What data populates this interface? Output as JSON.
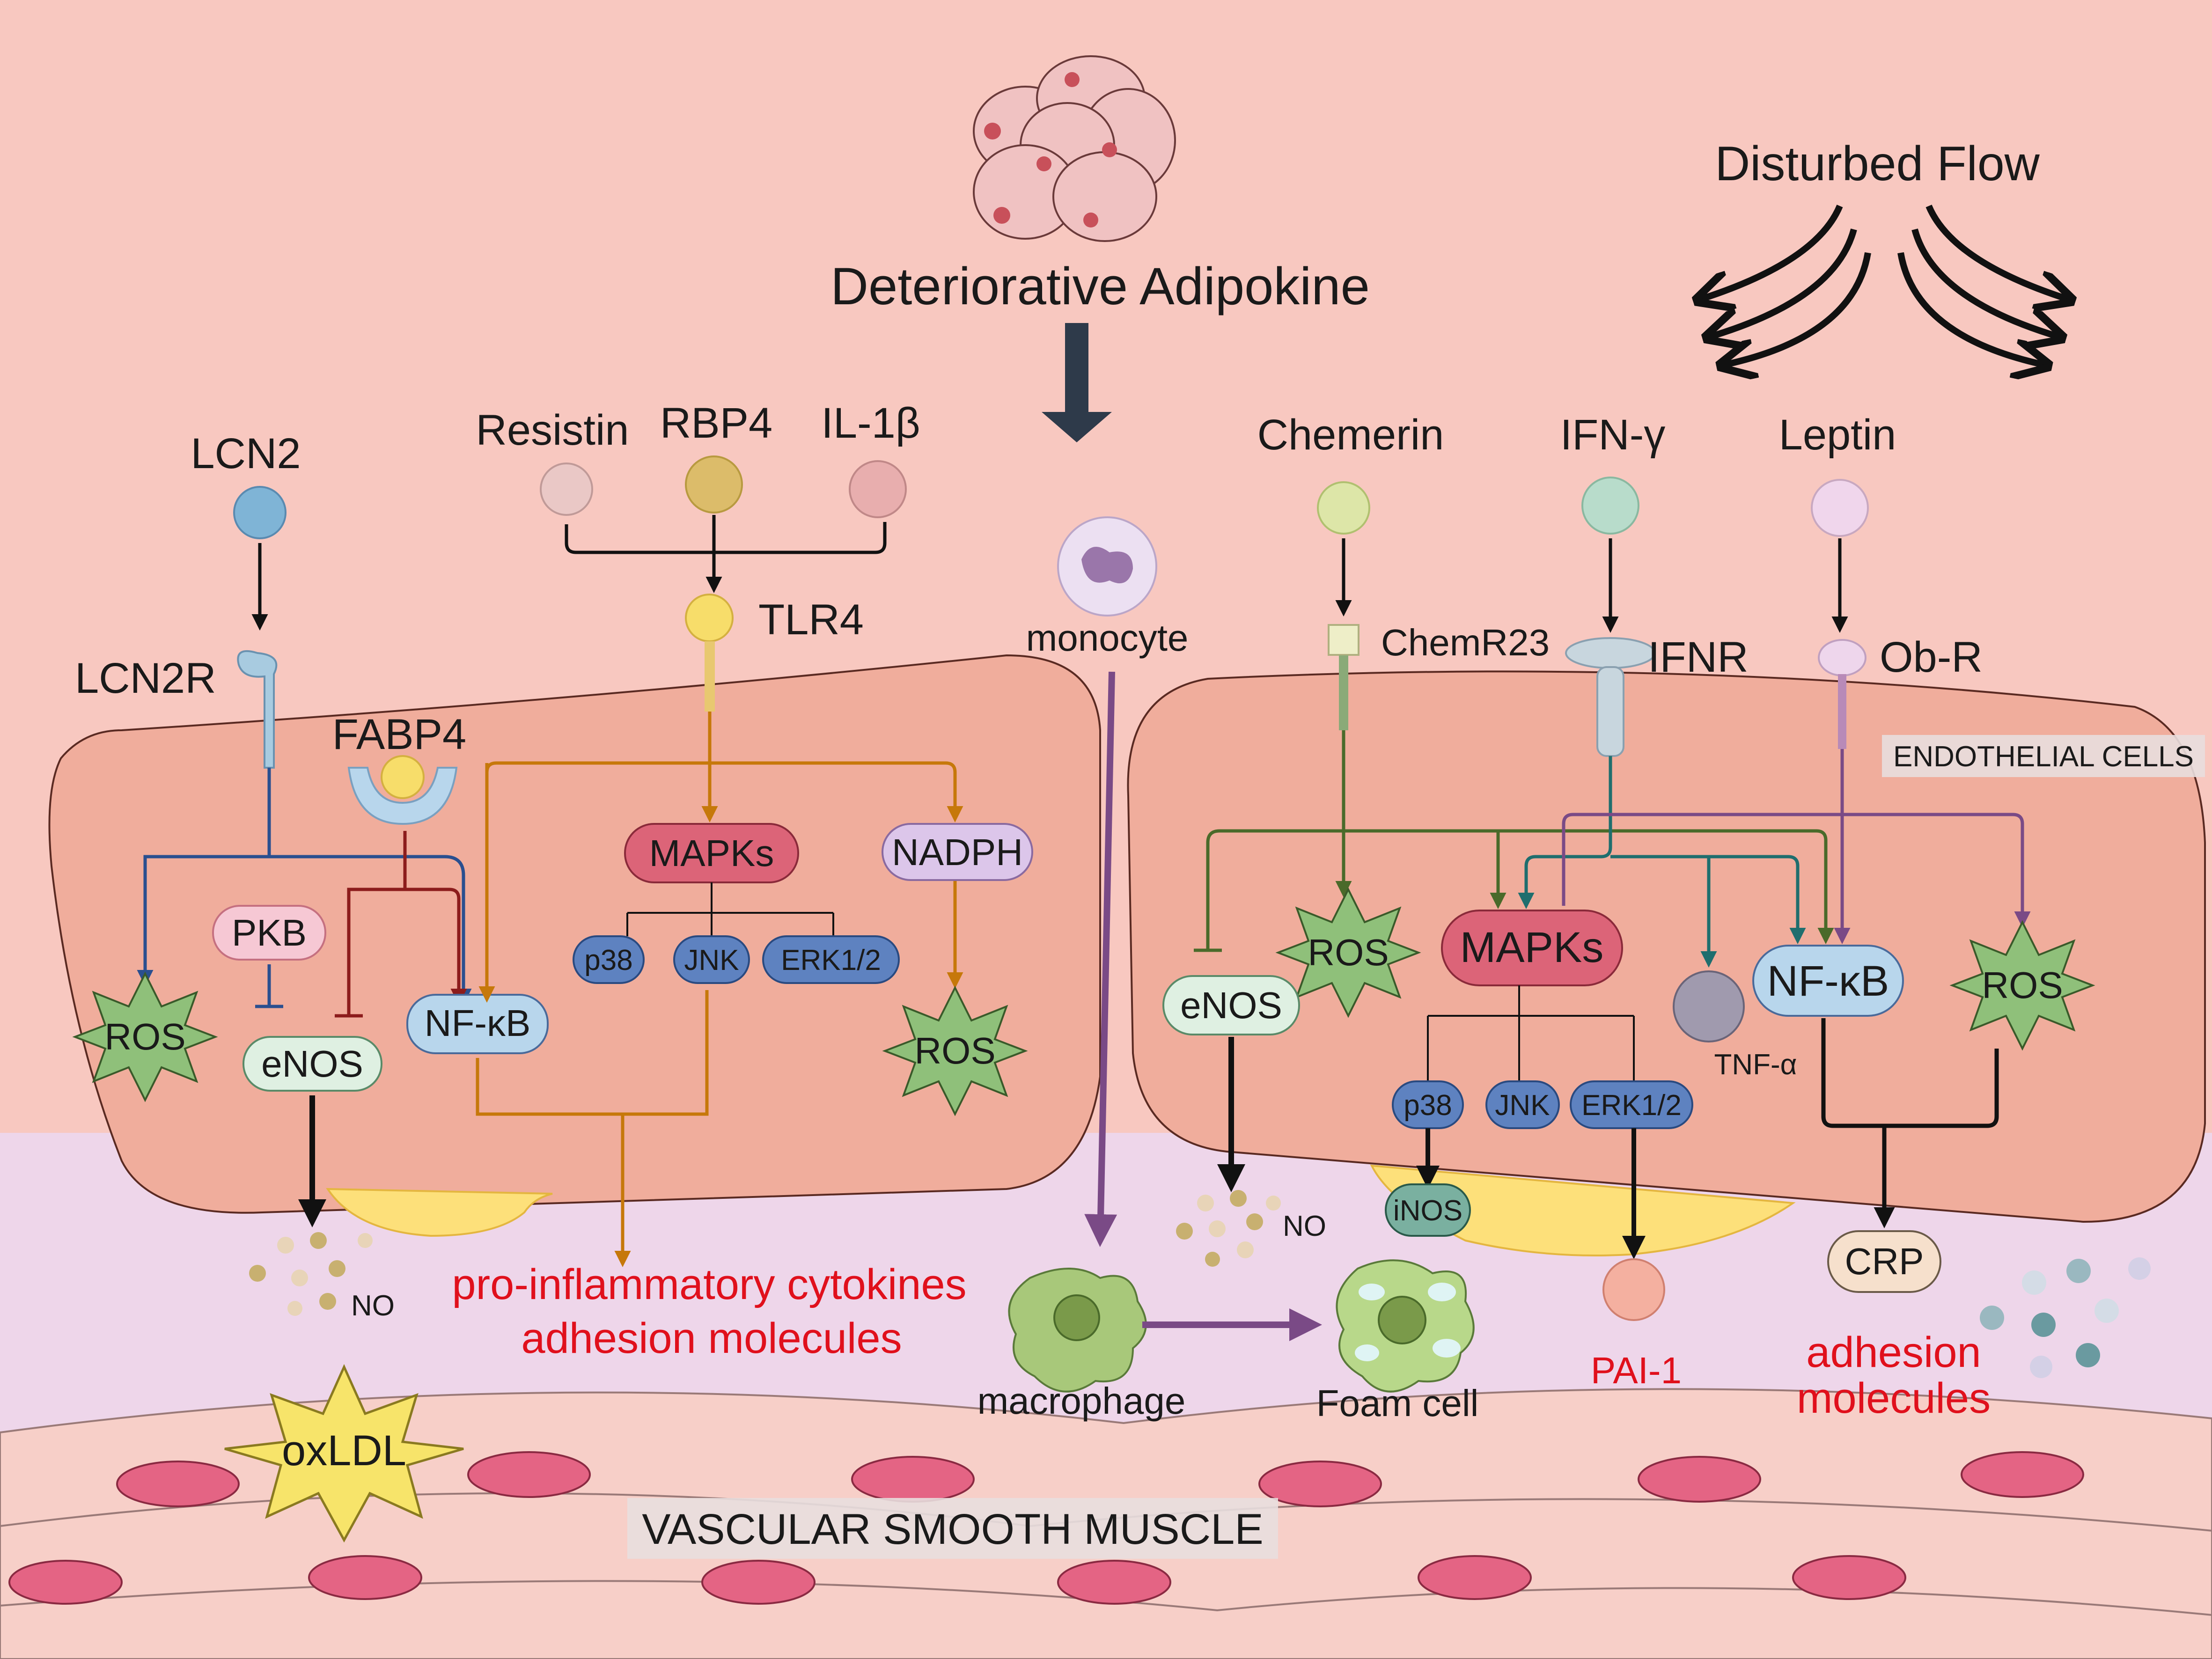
{
  "title": "Deteriorative Adipokine",
  "flow_label": "Disturbed Flow",
  "cell_labels": {
    "endothelial": "ENDOTHELIAL CELLS",
    "smooth_muscle": "VASCULAR SMOOTH MUSCLE"
  },
  "ligands": {
    "lcn2": "LCN2",
    "resistin": "Resistin",
    "rbp4": "RBP4",
    "il1b": "IL-1β",
    "chemerin": "Chemerin",
    "ifng": "IFN-γ",
    "leptin": "Leptin",
    "fabp4": "FABP4"
  },
  "receptors": {
    "lcn2r": "LCN2R",
    "tlr4": "TLR4",
    "chemr23": "ChemR23",
    "ifnr": "IFNR",
    "obr": "Ob-R"
  },
  "left_cell": {
    "pkb": "PKB",
    "enos": "eNOS",
    "nfkb": "NF-κB",
    "ros_a": "ROS",
    "mapks": "MAPKs",
    "p38": "p38",
    "jnk": "JNK",
    "erk": "ERK1/2",
    "nadph": "NADPH",
    "ros_b": "ROS"
  },
  "right_cell": {
    "ros_a": "ROS",
    "enos": "eNOS",
    "mapks": "MAPKs",
    "p38": "p38",
    "jnk": "JNK",
    "erk": "ERK1/2",
    "inos": "iNOS",
    "tnfa": "TNF-α",
    "nfkb": "NF-κB",
    "ros_b": "ROS"
  },
  "outputs": {
    "no_left": "NO",
    "no_right": "NO",
    "proinflammatory": "pro-inflammatory cytokines",
    "adhesion_left": "adhesion molecules",
    "pai1": "PAI-1",
    "crp": "CRP",
    "adhesion_right_1": "adhesion",
    "adhesion_right_2": "molecules",
    "oxldl": "oxLDL"
  },
  "cells": {
    "monocyte": "monocyte",
    "macrophage": "macrophage",
    "foam_cell": "Foam cell"
  },
  "colors": {
    "background": "#f8c8c0",
    "endothelial_cell": "#f0ad9c",
    "intima": "#eed6ea",
    "blue_path": "#2a4f8f",
    "dark_red_path": "#8c1c1c",
    "orange_path": "#c6780a",
    "green_path": "#4a6a2a",
    "teal_path": "#1f6e6e",
    "purple_path": "#7a4a86",
    "text_red": "#e0101c"
  }
}
